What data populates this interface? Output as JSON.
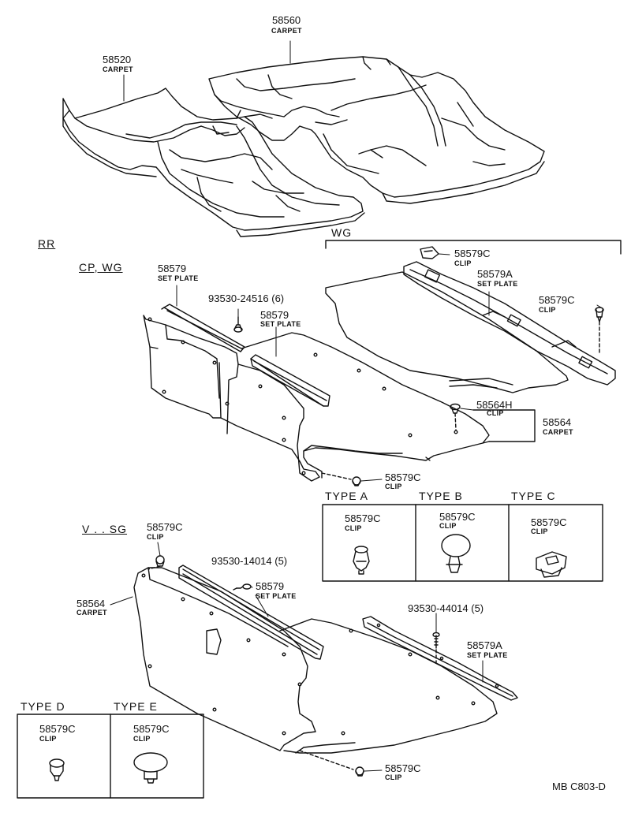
{
  "labels": {
    "carpet_58560": {
      "part": "58560",
      "desc": "CARPET"
    },
    "carpet_58520": {
      "part": "58520",
      "desc": "CARPET"
    },
    "rr": "RR",
    "cp_wg": "CP, WG",
    "wg": "WG",
    "set_plate_58579_a": {
      "part": "58579",
      "desc": "SET PLATE"
    },
    "screw_93530_24516": "93530-24516 (6)",
    "set_plate_58579_b": {
      "part": "58579",
      "desc": "SET PLATE"
    },
    "clip_58579c_wg_top": {
      "part": "58579C",
      "desc": "CLIP"
    },
    "set_plate_58579a_wg": {
      "part": "58579A",
      "desc": "SET PLATE"
    },
    "clip_58579c_wg_right": {
      "part": "58579C",
      "desc": "CLIP"
    },
    "clip_58564h": {
      "part": "58564H",
      "desc": "CLIP"
    },
    "carpet_58564_wg": {
      "part": "58564",
      "desc": "CARPET"
    },
    "clip_58579c_cp_bottom": {
      "part": "58579C",
      "desc": "CLIP"
    },
    "v_sg": "V . . SG",
    "clip_58579c_vsg_top": {
      "part": "58579C",
      "desc": "CLIP"
    },
    "screw_93530_14014": "93530-14014 (5)",
    "set_plate_58579_vsg": {
      "part": "58579",
      "desc": "SET PLATE"
    },
    "carpet_58564_vsg": {
      "part": "58564",
      "desc": "CARPET"
    },
    "screw_93530_44014": "93530-44014 (5)",
    "set_plate_58579a_vsg": {
      "part": "58579A",
      "desc": "SET PLATE"
    },
    "clip_58579c_vsg_bottom": {
      "part": "58579C",
      "desc": "CLIP"
    }
  },
  "clip_types_top": [
    {
      "type": "TYPE  A",
      "part": "58579C",
      "desc": "CLIP"
    },
    {
      "type": "TYPE  B",
      "part": "58579C",
      "desc": "CLIP"
    },
    {
      "type": "TYPE  C",
      "part": "58579C",
      "desc": "CLIP"
    }
  ],
  "clip_types_bottom": [
    {
      "type": "TYPE  D",
      "part": "58579C",
      "desc": "CLIP"
    },
    {
      "type": "TYPE  E",
      "part": "58579C",
      "desc": "CLIP"
    }
  ],
  "footer": {
    "code": "MB  C803-D"
  }
}
